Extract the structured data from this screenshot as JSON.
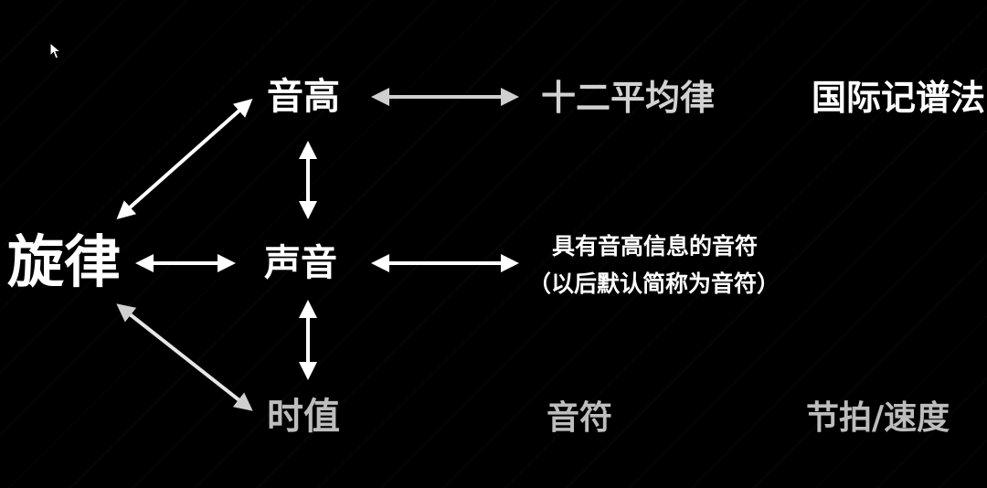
{
  "nodes": {
    "melody": "旋律",
    "pitch": "音高",
    "sound": "声音",
    "duration": "时值",
    "twelve_tet": "十二平均律",
    "intl_notation": "国际记谱法",
    "pitched_note_line1": "具有音高信息的音符",
    "pitched_note_line2": "（以后默认简称为音符）",
    "note": "音符",
    "beat_tempo": "节拍/速度"
  },
  "colors": {
    "background": "#000000",
    "text": "#ffffff",
    "arrow": "#ffffff",
    "arrow_dim": "#cfcfcf"
  },
  "icons": {
    "cursor": "mouse-pointer-icon"
  }
}
